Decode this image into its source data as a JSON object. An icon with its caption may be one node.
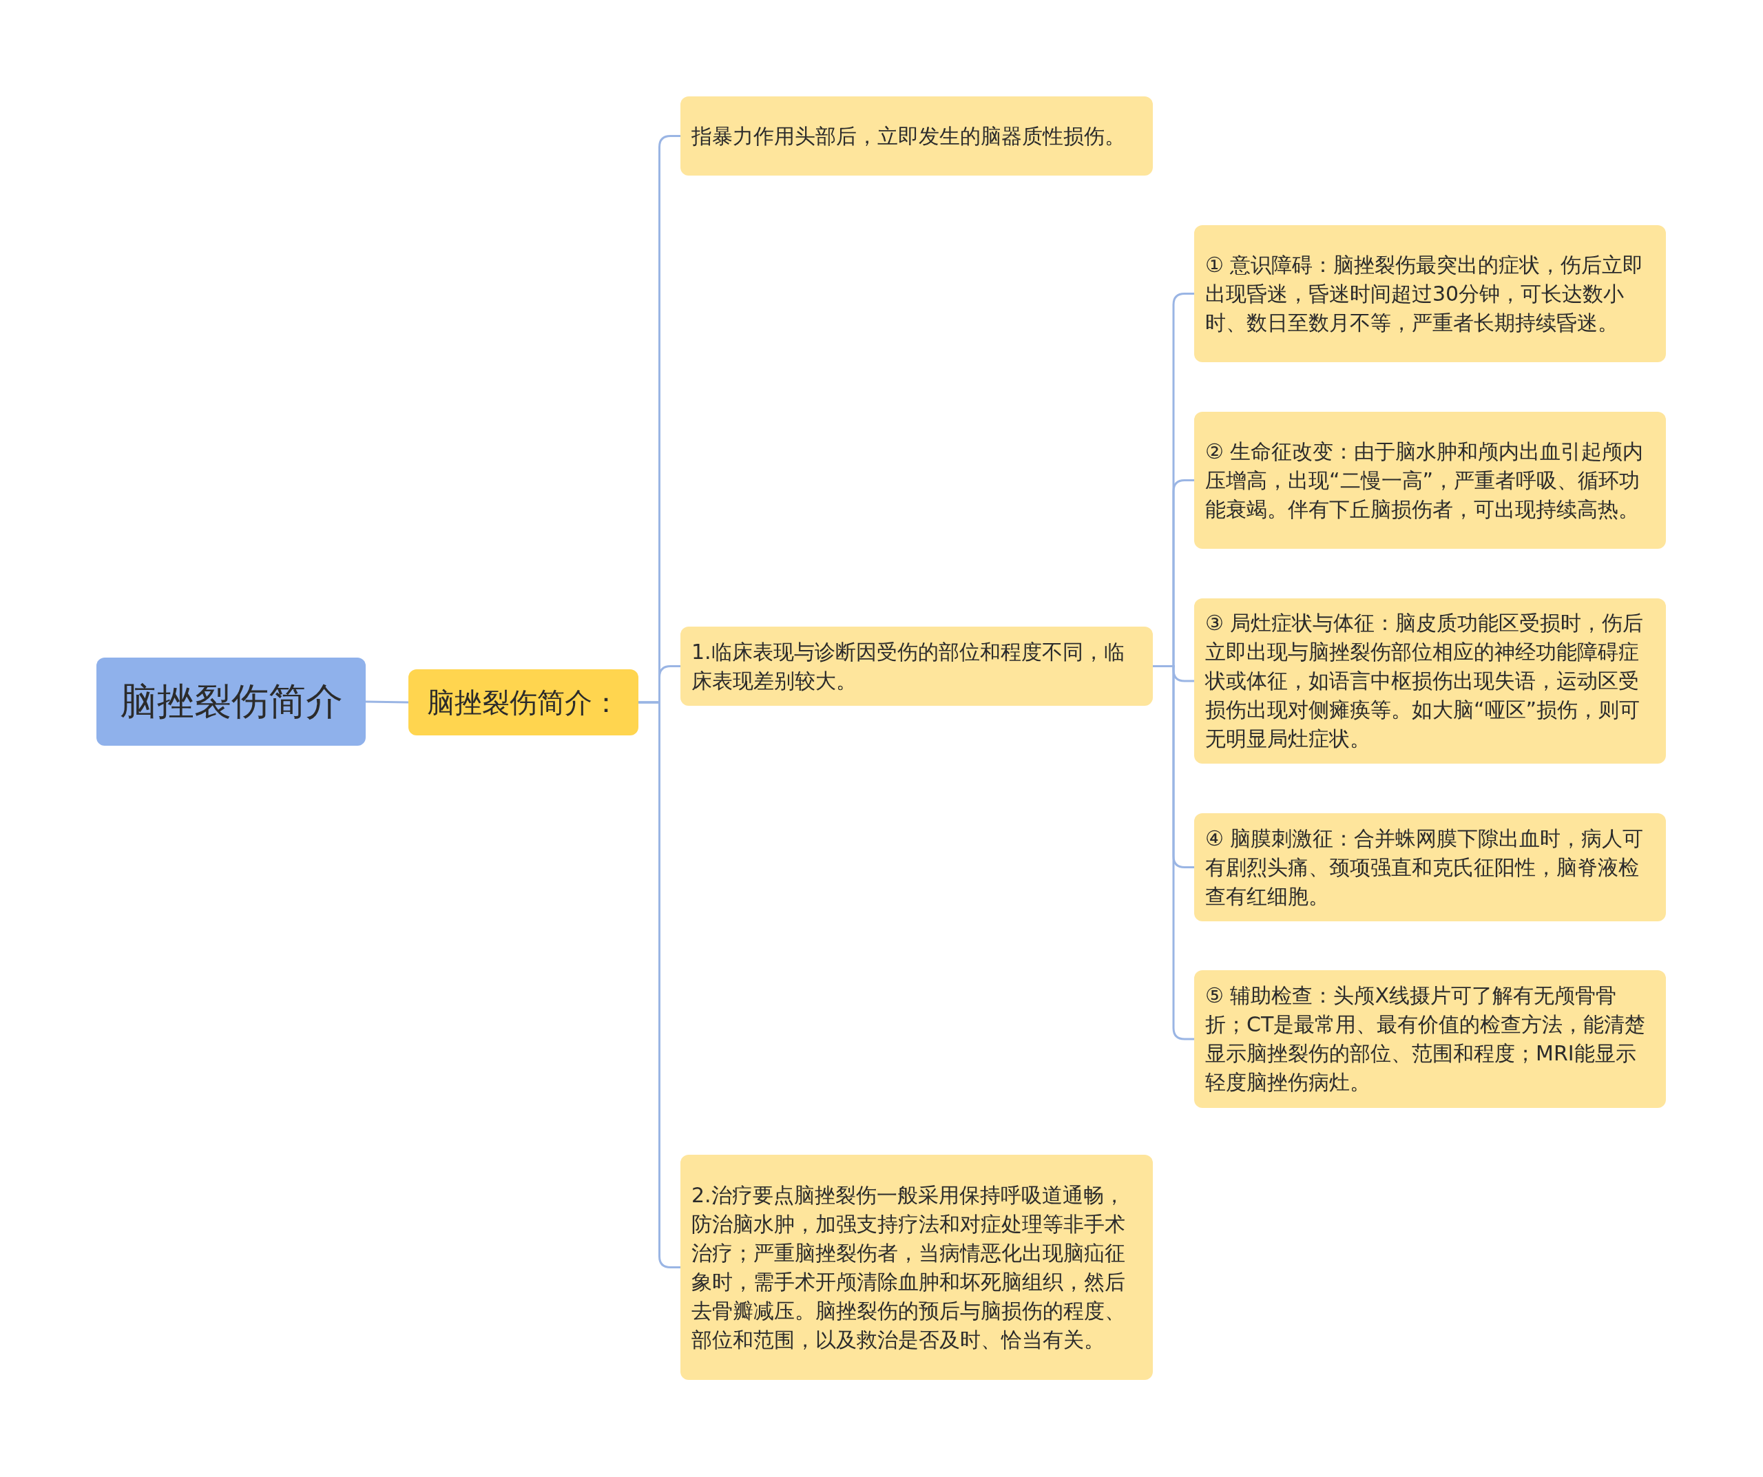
{
  "diagram": {
    "nodes": [
      {
        "text": [
          "脑挫裂伤简介"
        ]
      },
      {
        "text": [
          "脑挫裂伤简介："
        ]
      },
      {
        "text": [
          "指暴力作用头部后，立即发生的脑器质性损伤。"
        ]
      },
      {
        "text": [
          "1.临床表现与诊断因受伤的部位和程度不同，临床表现差别较大。"
        ]
      },
      {
        "text": [
          "2.治疗要点脑挫裂伤一般采用保持呼吸道通畅，防治脑水肿，加强支持疗法和对症处理等非手术治疗；严重脑挫裂伤者，当病情恶化出现脑疝征象时，需手术开颅清除血肿和坏死脑组织，然后去骨瓣减压。脑挫裂伤的预后与脑损伤的程度、部位和范围，以及救治是否及时、恰当有关。"
        ]
      },
      {
        "text": [
          "① 意识障碍：脑挫裂伤最突出的症状，伤后立即出现昏迷，昏迷时间超过30分钟，可长达数小时、数日至数月不等，严重者长期持续昏迷。"
        ]
      },
      {
        "text": [
          "② 生命征改变：由于脑水肿和颅内出血引起颅内压增高，出现“二慢一高”，严重者呼吸、循环功能衰竭。伴有下丘脑损伤者，可出现持续高热。"
        ]
      },
      {
        "text": [
          "③ 局灶症状与体征：脑皮质功能区受损时，伤后立即出现与脑挫裂伤部位相应的神经功能障碍症状或体征，如语言中枢损伤出现失语，运动区受损伤出现对侧瘫痪等。如大脑“哑区”损伤，则可无明显局灶症状。"
        ]
      },
      {
        "text": [
          "④ 脑膜刺激征：合并蛛网膜下隙出血时，病人可有剧烈头痛、颈项强直和克氏征阳性，脑脊液检查有红细胞。"
        ]
      },
      {
        "text": [
          "⑤ 辅助检查：头颅X线摄片可了解有无颅骨骨折；CT是最常用、最有价值的检查方法，能清楚显示脑挫裂伤的部位、范围和程度；MRI能显示轻度脑挫伤病灶。"
        ]
      }
    ],
    "edges": [
      {
        "from": 0,
        "to": 1,
        "arrow": "none"
      },
      {
        "from": 1,
        "to": 2,
        "arrow": "none"
      },
      {
        "from": 1,
        "to": 3,
        "arrow": "none"
      },
      {
        "from": 1,
        "to": 4,
        "arrow": "none"
      },
      {
        "from": 3,
        "to": 5,
        "arrow": "none"
      },
      {
        "from": 3,
        "to": 6,
        "arrow": "none"
      },
      {
        "from": 3,
        "to": 7,
        "arrow": "none"
      },
      {
        "from": 3,
        "to": 8,
        "arrow": "none"
      },
      {
        "from": 3,
        "to": 9,
        "arrow": "none"
      }
    ]
  }
}
